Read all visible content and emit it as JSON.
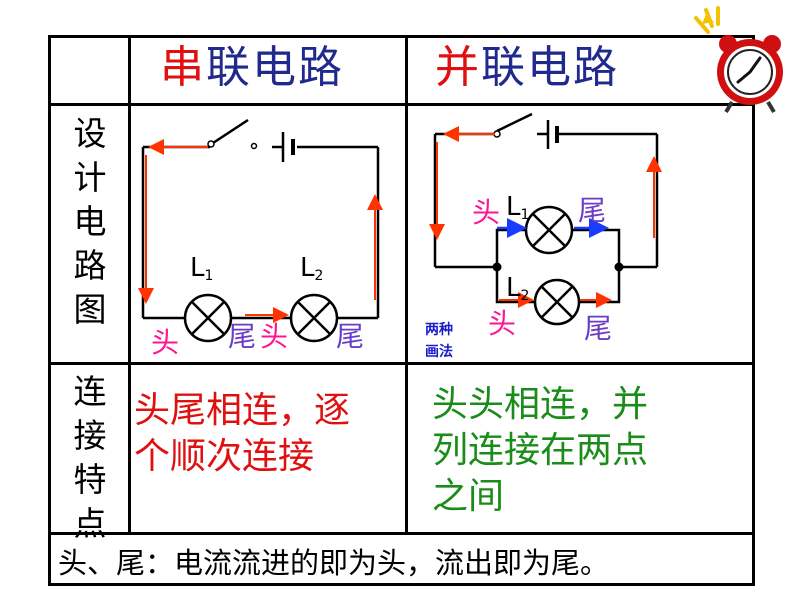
{
  "header": {
    "series_prefix": "串",
    "series_suffix": "联电路",
    "parallel_prefix": "并",
    "parallel_suffix": "联电路"
  },
  "row_labels": {
    "design": "设计电路图",
    "features": "连接特点"
  },
  "series_circuit": {
    "lamp1_letter": "L",
    "lamp1_sub": "1",
    "lamp2_letter": "L",
    "lamp2_sub": "2",
    "head1": "头",
    "tail1": "尾",
    "head2": "头",
    "tail2": "尾"
  },
  "parallel_circuit": {
    "lamp1_letter": "L",
    "lamp1_sub": "1",
    "lamp2_letter": "L",
    "lamp2_sub": "2",
    "head1": "头",
    "tail1": "尾",
    "head2": "头",
    "tail2": "尾",
    "two_ways_line1": "两种",
    "two_ways_line2": "画法"
  },
  "features": {
    "series_part1": "头尾相连，逐",
    "series_part2": "个顺次连接",
    "parallel_line1": "头头相连，并",
    "parallel_line2": "列连接在两点",
    "parallel_line3": "之间"
  },
  "footer_note": "头、尾：电流流进的即为头，流出即为尾。",
  "colors": {
    "series_red": "#e01010",
    "parallel_green": "#1a8c1a",
    "header_blue": "#1f2a8c",
    "arrow_red": "#ff3300",
    "arrow_blue": "#1a3cff",
    "head_pink": "#ff1493",
    "tail_purple": "#6a3cc8"
  },
  "icons": [
    "alarm-clock-icon"
  ]
}
